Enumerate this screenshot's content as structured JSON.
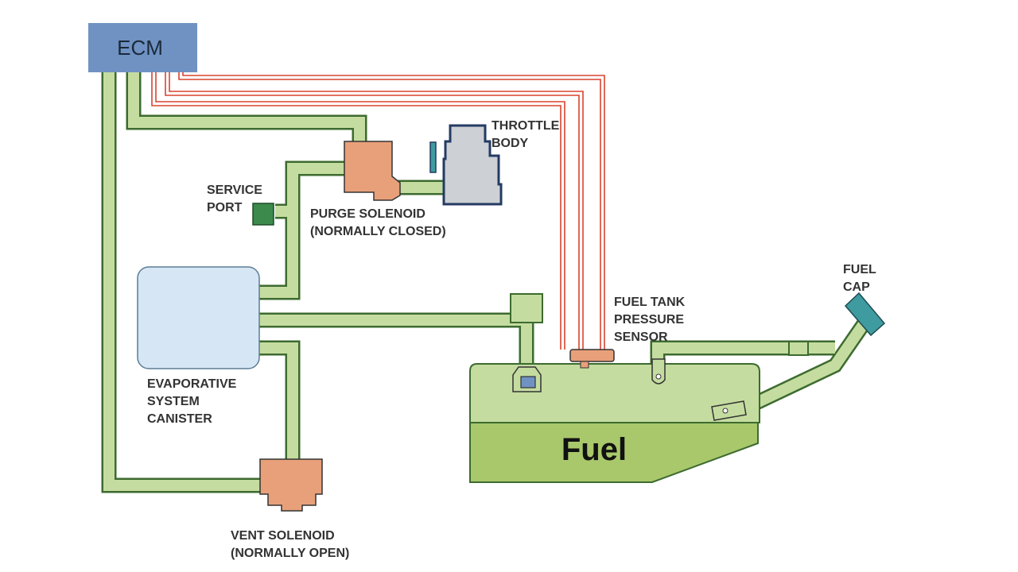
{
  "ecm": {
    "label": "ECM"
  },
  "throttle_body": {
    "label_line1": "THROTTLE",
    "label_line2": "BODY"
  },
  "service_port": {
    "label_line1": "SERVICE",
    "label_line2": "PORT"
  },
  "purge_solenoid": {
    "label_line1": "PURGE SOLENOID",
    "label_line2": "(NORMALLY CLOSED)"
  },
  "fuel_tank_pressure_sensor": {
    "label_line1": "FUEL TANK",
    "label_line2": "PRESSURE",
    "label_line3": "SENSOR"
  },
  "fuel_cap": {
    "label_line1": "FUEL",
    "label_line2": "CAP"
  },
  "canister": {
    "label_line1": "EVAPORATIVE",
    "label_line2": "SYSTEM",
    "label_line3": "CANISTER"
  },
  "fuel_tank": {
    "label": "Fuel"
  },
  "vent_solenoid": {
    "label_line1": "VENT SOLENOID",
    "label_line2": "(NORMALLY OPEN)"
  },
  "colors": {
    "pipe_outline": "#3d6b2f",
    "pipe_fill": "#c5dca0",
    "ecm_box": "#6f92c3",
    "solenoid": "#e8a07a",
    "canister": "#d6e6f4",
    "tank_top": "#c5dca0",
    "tank_fuel": "#a9c86b",
    "wire": "#d9442e",
    "throttle_body": "#cdd0d4",
    "fuel_cap": "#3e9b9f",
    "service_port": "#3c8a4c"
  }
}
